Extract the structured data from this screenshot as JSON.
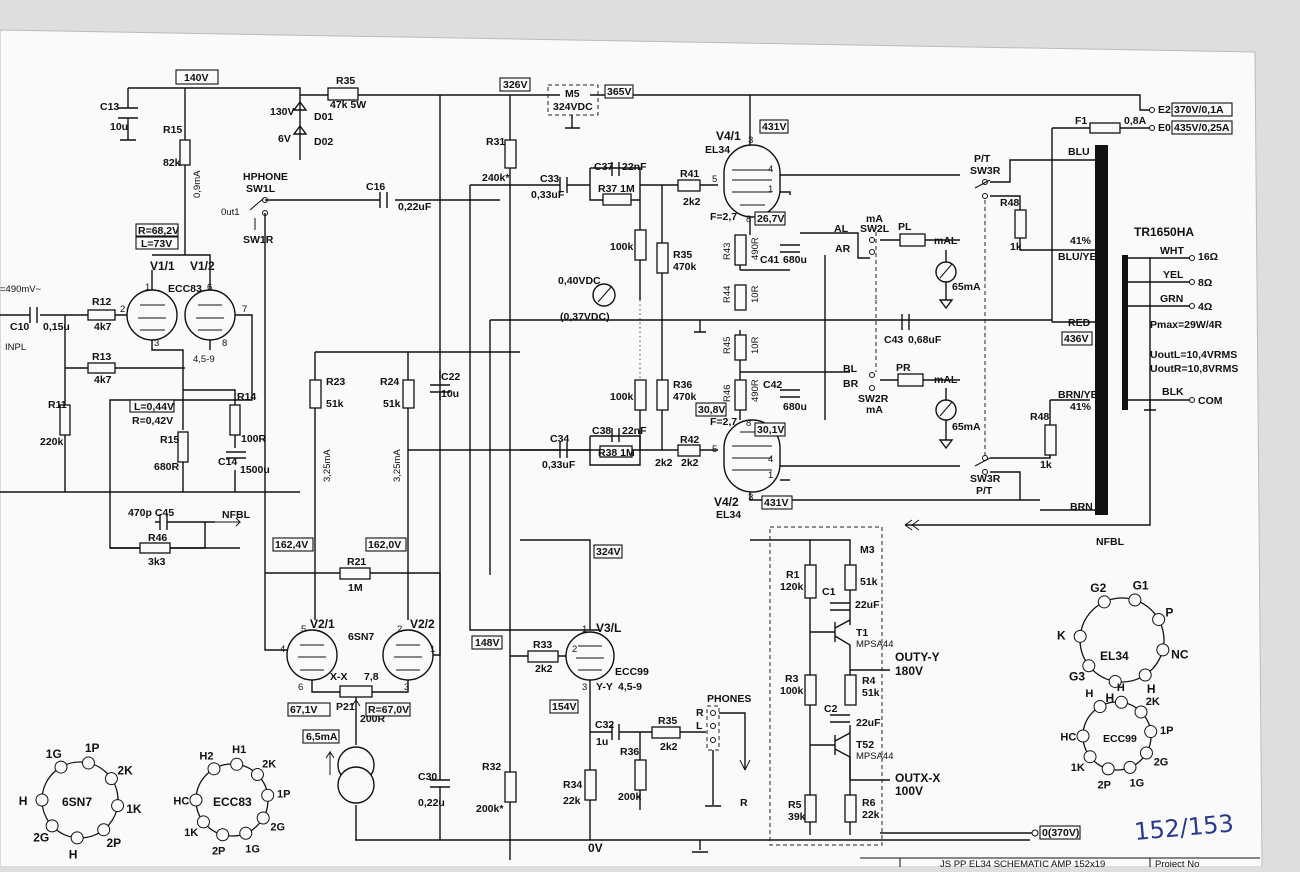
{
  "voltages": {
    "v140": "140V",
    "v326": "326V",
    "v365": "365V",
    "v431_top": "431V",
    "v162_4": "162,4V",
    "v162_0": "162,0V",
    "v324": "324V",
    "v148": "148V",
    "v154": "154V",
    "v436": "436V",
    "v431_bot": "431V",
    "v67_1": "67,1V",
    "v67_0": "R=67,0V",
    "v6_5ma": "6,5mA",
    "v26_7": "26,7V",
    "v30_8": "30,8V",
    "v30_1": "30,1V",
    "v0": "0V",
    "v370": "0(370V)",
    "r68": "R=68,2V",
    "l73": "L=73V",
    "l044": "L=0,44V",
    "r042": "R=0,42V"
  },
  "labels": {
    "c13": "C13",
    "c13v": "10u",
    "r35": "R35",
    "r35v": "47k 5W",
    "d01": "D01",
    "d01v": "130V",
    "d02": "D02",
    "d02v": "6V",
    "r15": "R15",
    "r15v": "82k",
    "cur09": "0,9mA",
    "hphone": "HPHONE",
    "sw1l": "SW1L",
    "out1": "0ut1",
    "sw1r": "SW1R",
    "c16": "C16",
    "c16v": "0,22uF",
    "m5": "M5",
    "m5v": "324VDC",
    "r31": "R31",
    "r31v": "240k*",
    "c33": "C33",
    "c33v": "0,33uF",
    "c37": "C37",
    "c37v": "22nF",
    "r37": "R37 1M",
    "r41": "R41",
    "r41v": "2k2",
    "v41": "V4/1",
    "el34a": "EL34",
    "f27a": "F=2,7",
    "r43": "R43",
    "r43v": "490R",
    "c41": "C41",
    "c41v": "680u",
    "r44": "R44",
    "r44v": "10R",
    "r45": "R45",
    "r45v": "10R",
    "r46": "R46",
    "r46v": "490R",
    "c42": "C42",
    "c42v": "680u",
    "f27b": "F=2,7",
    "v42": "V4/2",
    "el34b": "EL34",
    "p100a": "100k",
    "r35b": "R35",
    "r35bv": "470k",
    "m040": "0,40VDC",
    "m037": "(0,37VDC)",
    "p100b": "100k",
    "r36": "R36",
    "r36v": "470k",
    "c34": "C34",
    "c34v": "0,33uF",
    "c38": "C38",
    "c38v": "22nF",
    "r38": "R38 1M",
    "r42": "R42",
    "r42v": "2k2",
    "r42pre": "2k2",
    "al": "AL",
    "ar": "AR",
    "ma1": "mA",
    "sw2l": "SW2L",
    "pl": "PL",
    "mal": "mAL",
    "m65a": "65mA",
    "bl": "BL",
    "br": "BR",
    "sw2r": "SW2R",
    "ma2": "mA",
    "pr": "PR",
    "mar": "mAL",
    "m65b": "65mA",
    "c43": "C43",
    "c43v": "0,68uF",
    "f1": "F1",
    "f1v": "0,8A",
    "e2": "E2",
    "e2v": "370V/0,1A",
    "e0": "E0",
    "e0v": "435V/0,25A",
    "pt1": "P/T",
    "sw3r1": "SW3R",
    "r48a": "R48",
    "r48av": "1k",
    "pt2": "P/T",
    "sw3r2": "SW3R",
    "r48b": "R48",
    "r48bv": "1k",
    "blu": "BLU",
    "p41a": "41%",
    "bluye": "BLU/YE",
    "red": "RED",
    "brnye": "BRN/YE",
    "p41b": "41%",
    "brn": "BRN",
    "tr": "TR1650HA",
    "wht": "WHT",
    "w16": "16Ω",
    "yel": "YEL",
    "w8": "8Ω",
    "grn": "GRN",
    "w4": "4Ω",
    "pmax": "Pmax=29W/4R",
    "uoutl": "UoutL=10,4VRMS",
    "uoutr": "UoutR=10,8VRMS",
    "blk": "BLK",
    "com": "COM",
    "nfbl": "NFBL",
    "nfbl2": "NFBL",
    "v11": "V1/1",
    "v12": "V1/2",
    "ecc83": "ECC83",
    "c10": "C10",
    "c10v": "0,15u",
    "r12": "R12",
    "r12v": "4k7",
    "r13": "R13",
    "r13v": "4k7",
    "inpl": "INPL",
    "in490": "=490mV~",
    "r11": "R11",
    "r11v": "220k",
    "pins459": "4,5-9",
    "r14": "R14",
    "r14v": "100R",
    "c14": "C14",
    "c14v": "1500u",
    "r15b": "R15",
    "r15bv": "680R",
    "c45": "470p C45",
    "r46b": "R46",
    "r46bv": "3k3",
    "r23": "R23",
    "r23v": "51k",
    "r24": "R24",
    "r24v": "51k",
    "c22": "C22",
    "c22v": "10u",
    "cur325a": "3,25mA",
    "cur325b": "3,25mA",
    "r21": "R21",
    "r21v": "1M",
    "v21": "V2/1",
    "v22": "V2/2",
    "sn7": "6SN7",
    "xx": "X-X",
    "p78": "7,8",
    "p21": "P21",
    "p21v": "200R",
    "c30": "C30",
    "c30v": "0,22u",
    "r32": "R32",
    "r32v": "200k*",
    "r33": "R33",
    "r33v": "2k2",
    "v3l": "V3/L",
    "ecc99": "ECC99",
    "yy": "Y-Y",
    "p459b": "4,5-9",
    "c32": "C32",
    "c32v": "1u",
    "r35c": "R35",
    "r35cv": "2k2",
    "r36b": "R36",
    "r36bv": "200k",
    "r34": "R34",
    "r34v": "22k",
    "phones": "PHONES",
    "pr_r": "R",
    "pr_l": "L",
    "pr_r2": "R",
    "m3": "M3",
    "r1": "R1",
    "r1v": "120k",
    "c1": "C1",
    "c1v": "22uF",
    "m3r": "51k",
    "t1": "T1",
    "t1v": "MPSA44",
    "outy": "OUTY-Y",
    "outyv": "180V",
    "r3": "R3",
    "r3v": "100k",
    "r4": "R4",
    "r4v": "51k",
    "c2": "C2",
    "c2v": "22uF",
    "t2": "T52",
    "t2v": "MPSA44",
    "outx": "OUTX-X",
    "outxv": "100V",
    "r5": "R5",
    "r5v": "39k",
    "r6": "R6",
    "r6v": "22k",
    "el34t": "EL34",
    "ecc99t": "ECC99",
    "sn7t": "6SN7",
    "ecc83t": "ECC83",
    "page": "152/153",
    "title": "JS PP EL34 SCHEMATIC AMP 152x19",
    "projno": "Project No"
  },
  "pinouts": {
    "el34": [
      "G2",
      "G1",
      "P",
      "NC",
      "H",
      "H",
      "G3",
      "K"
    ],
    "ecc99": [
      "H",
      "H",
      "2K",
      "1P",
      "2G",
      "1G",
      "2P",
      "1K",
      "HC"
    ],
    "sn7": [
      "1G",
      "1P",
      "2K",
      "1K",
      "2P",
      "H",
      "2G",
      "H"
    ],
    "ecc83": [
      "H2",
      "H1",
      "2K",
      "1P",
      "2G",
      "1G",
      "2P",
      "1K",
      "HC"
    ]
  },
  "colors": {
    "ink": "#111111",
    "paper": "#fafafa",
    "background": "#dedede",
    "handwriting": "#2a3a8a"
  }
}
